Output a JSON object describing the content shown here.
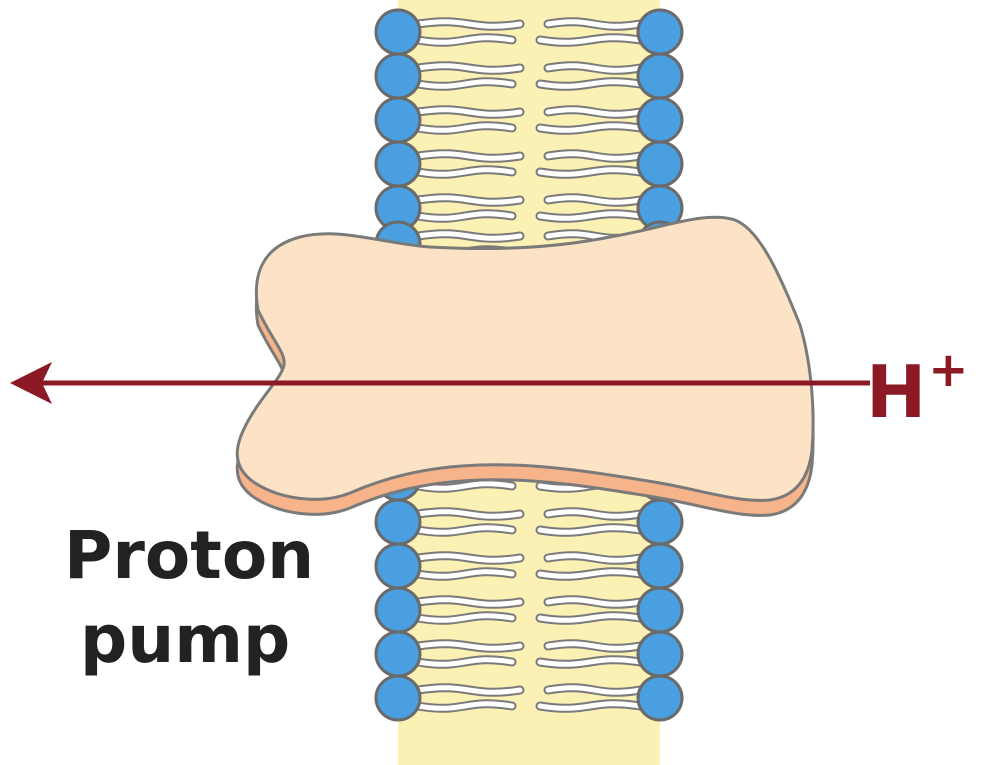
{
  "labels": {
    "protein_line1": "Proton",
    "protein_line2": "pump",
    "ion": "H",
    "ion_charge": "+"
  },
  "colors": {
    "head": "#4a9fe0",
    "tail_region": "#fcf1b4",
    "protein_fill": "#fde3c6",
    "protein_shadow": "#f7b48a",
    "outline": "#7a7a7a",
    "arrow": "#8b1a24",
    "text": "#222222"
  }
}
